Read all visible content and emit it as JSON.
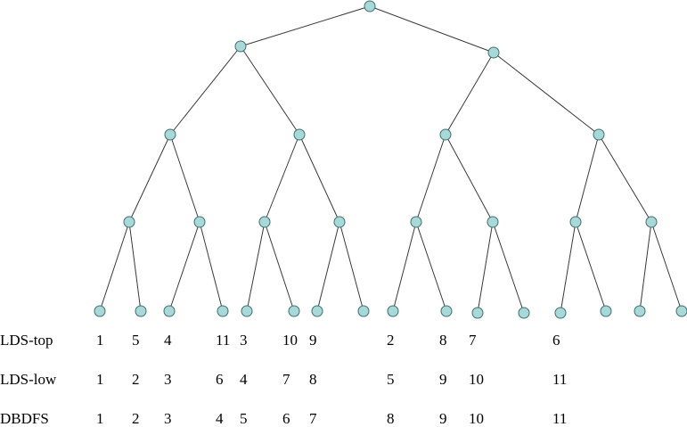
{
  "rows": [
    {
      "name": "LDS-top",
      "values": [
        "1",
        "5",
        "4",
        "11",
        "3",
        "10",
        "9",
        "",
        "2",
        "8",
        "7",
        "",
        "6",
        "",
        "",
        ""
      ]
    },
    {
      "name": "LDS-low",
      "values": [
        "1",
        "2",
        "3",
        "6",
        "4",
        "7",
        "8",
        "",
        "5",
        "9",
        "10",
        "",
        "11",
        "",
        "",
        ""
      ]
    },
    {
      "name": "DBDFS",
      "values": [
        "1",
        "2",
        "3",
        "4",
        "5",
        "6",
        "7",
        "",
        "8",
        "9",
        "10",
        "",
        "11",
        "",
        "",
        ""
      ]
    }
  ],
  "colors": {
    "node_fill": "#a9d8d8",
    "node_stroke": "#3f6f70",
    "edge": "#3a3a3a"
  }
}
